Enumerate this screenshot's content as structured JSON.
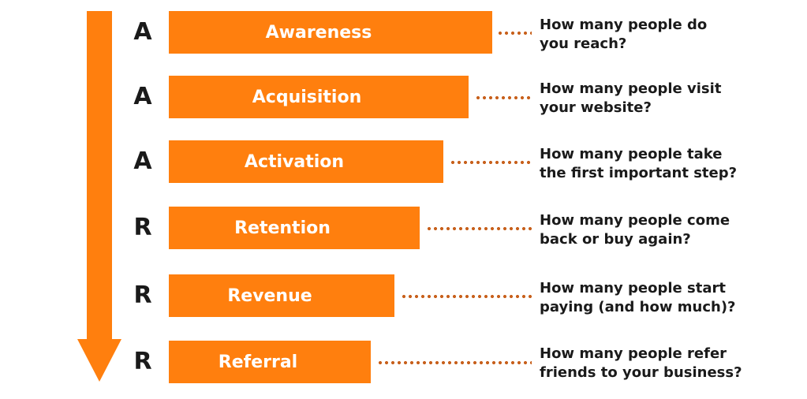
{
  "colors": {
    "accent": "#ff7f0e",
    "dots": "#c8611d",
    "text": "#1a1a1a",
    "bar_text": "#ffffff"
  },
  "stages": [
    {
      "letter": "A",
      "label": "Awareness",
      "question_line1": "How many people do",
      "question_line2": "you reach?"
    },
    {
      "letter": "A",
      "label": "Acquisition",
      "question_line1": "How many people visit",
      "question_line2": "your website?"
    },
    {
      "letter": "A",
      "label": "Activation",
      "question_line1": "How many people take",
      "question_line2": "the first important step?"
    },
    {
      "letter": "R",
      "label": "Retention",
      "question_line1": "How many people come",
      "question_line2": "back or buy again?"
    },
    {
      "letter": "R",
      "label": "Revenue",
      "question_line1": "How many people start",
      "question_line2": "paying (and how much)?"
    },
    {
      "letter": "R",
      "label": "Referral",
      "question_line1": "How many people refer",
      "question_line2": "friends to your business?"
    }
  ]
}
